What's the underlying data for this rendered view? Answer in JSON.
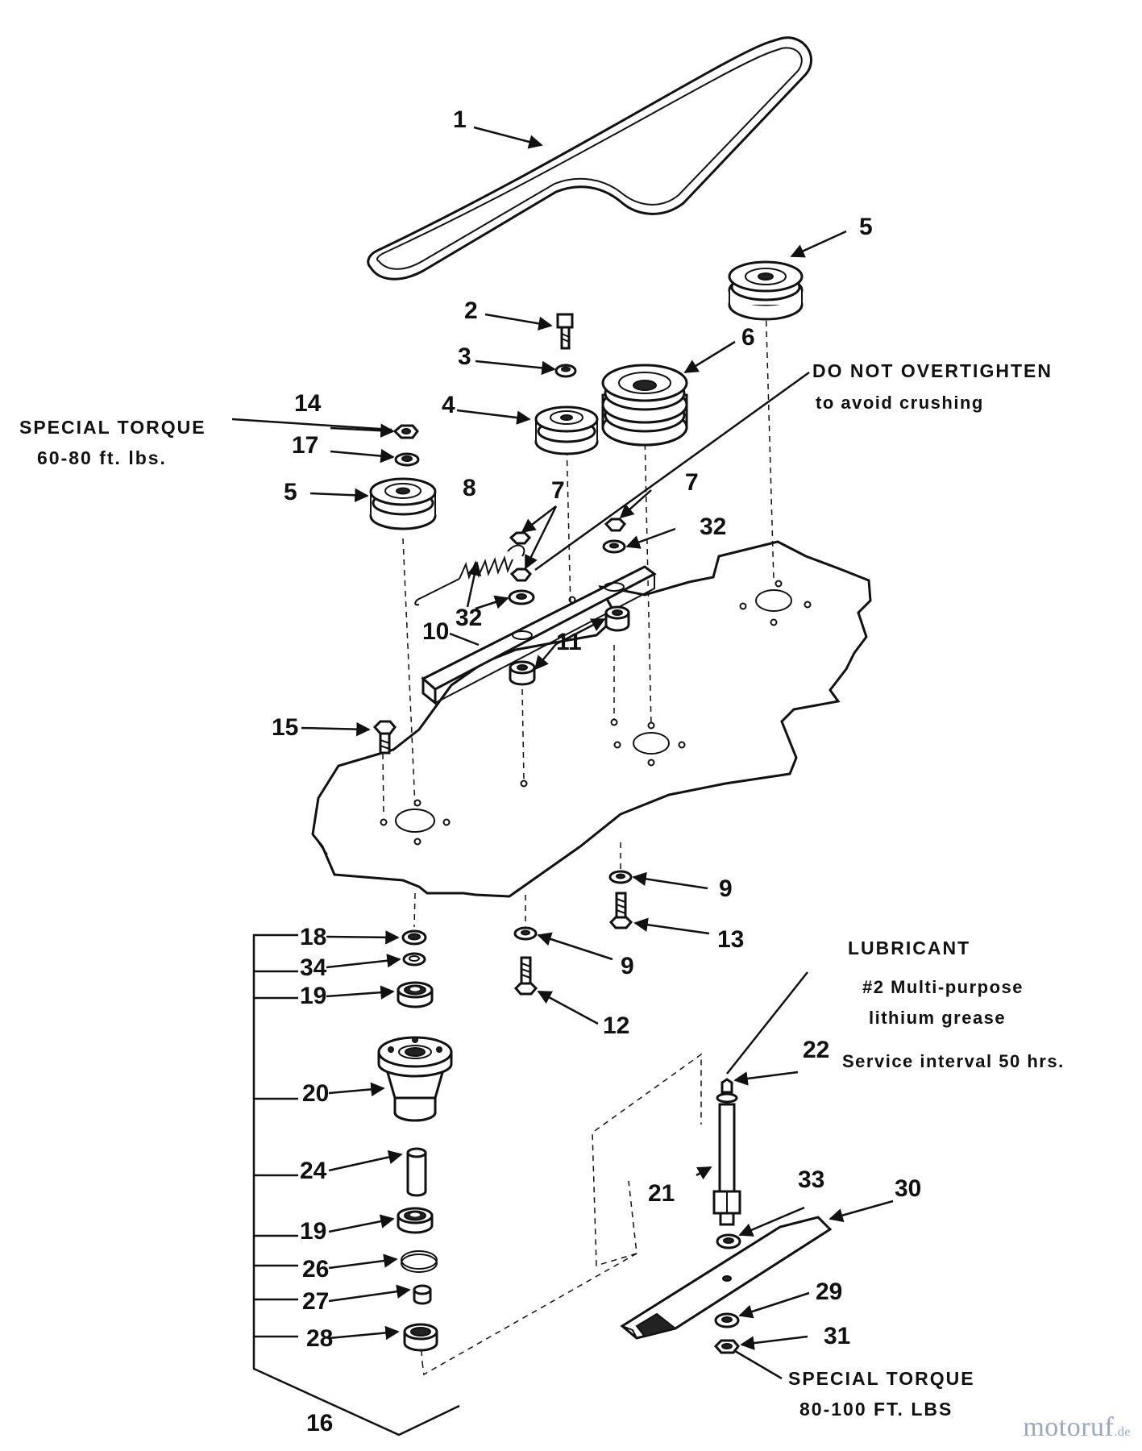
{
  "callouts": {
    "c1": "1",
    "c2": "2",
    "c3": "3",
    "c4": "4",
    "c5a": "5",
    "c5b": "5",
    "c6": "6",
    "c7a": "7",
    "c7b": "7",
    "c8": "8",
    "c9a": "9",
    "c9b": "9",
    "c10": "10",
    "c11": "11",
    "c12": "12",
    "c13": "13",
    "c14": "14",
    "c15": "15",
    "c16": "16",
    "c17": "17",
    "c18": "18",
    "c19a": "19",
    "c19b": "19",
    "c20": "20",
    "c21": "21",
    "c22": "22",
    "c24": "24",
    "c26": "26",
    "c27": "27",
    "c28": "28",
    "c29": "29",
    "c30": "30",
    "c31": "31",
    "c32a": "32",
    "c32b": "32",
    "c33": "33",
    "c34": "34"
  },
  "notes": {
    "special_torque_1_line1": "SPECIAL TORQUE",
    "special_torque_1_line2": "60-80 ft. lbs.",
    "overtighten_line1": "DO NOT OVERTIGHTEN",
    "overtighten_line2": "to avoid crushing",
    "lubricant_title": "LUBRICANT",
    "lubricant_line1": "#2 Multi-purpose",
    "lubricant_line2": "lithium grease",
    "service_interval": "Service interval 50 hrs.",
    "special_torque_2_line1": "SPECIAL TORQUE",
    "special_torque_2_line2": "80-100 FT. LBS"
  },
  "watermark": {
    "brand": "motoruf",
    "suffix": ".de"
  }
}
